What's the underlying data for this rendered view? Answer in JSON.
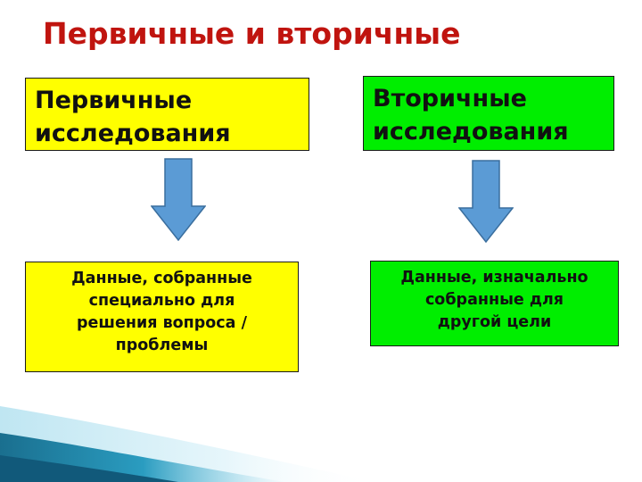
{
  "title": "Первичные и вторичные",
  "diagram": {
    "primary": {
      "heading": [
        "Первичные",
        "исследования"
      ],
      "description": [
        "Данные, собранные",
        "специально для",
        "решения вопроса /",
        "проблемы"
      ]
    },
    "secondary": {
      "heading": [
        "Вторичные",
        "исследования"
      ],
      "description": [
        "Данные, изначально",
        "собранные для",
        "другой цели"
      ]
    }
  },
  "colors": {
    "title": "#c0140f",
    "primary_box": "#ffff00",
    "secondary_box": "#00ee00",
    "arrow_fill": "#5b9bd5",
    "arrow_stroke": "#3a6e9e"
  },
  "icons": {
    "arrow": "down-arrow-icon"
  }
}
